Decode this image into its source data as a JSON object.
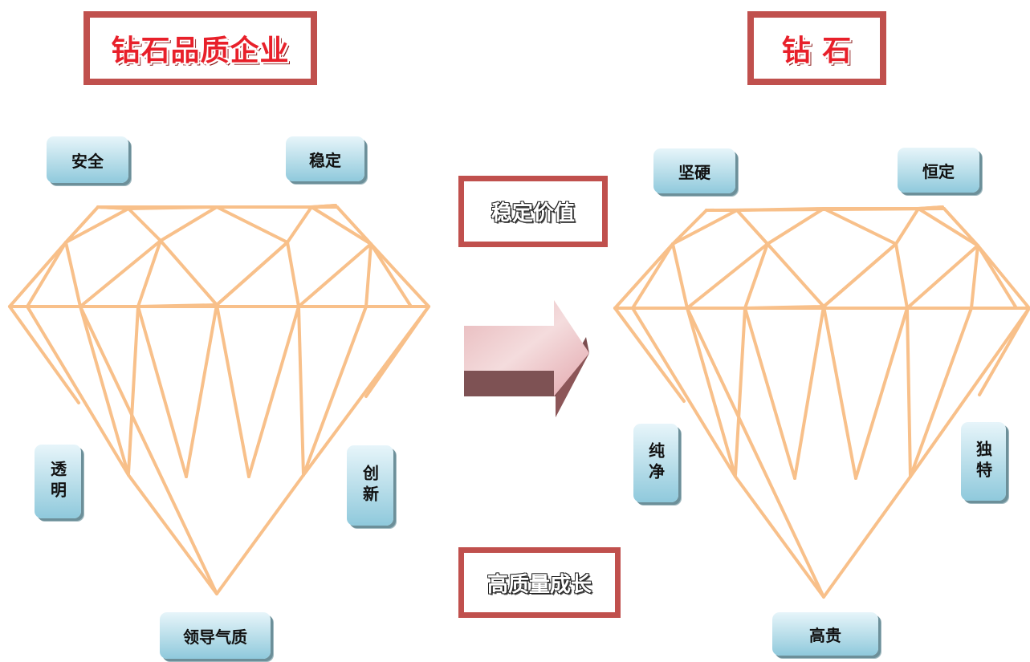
{
  "left": {
    "title": "钻石品质企业",
    "labels": {
      "top_left": "安全",
      "top_right": "稳定",
      "mid_left": "透明",
      "mid_right": "创新",
      "bottom": "领导气质"
    }
  },
  "right": {
    "title": "钻 石",
    "labels": {
      "top_left": "坚硬",
      "top_right": "恒定",
      "mid_left": "纯净",
      "mid_right": "独特",
      "bottom": "高贵"
    }
  },
  "center": {
    "top": "稳定价值",
    "bottom": "高质量成长"
  },
  "colors": {
    "frame": "#c0504d",
    "title_text": "#e8202a",
    "diamond_line": "#f8c08a",
    "chip": "#a9d6e5",
    "arrow": "#d8a0a4"
  }
}
